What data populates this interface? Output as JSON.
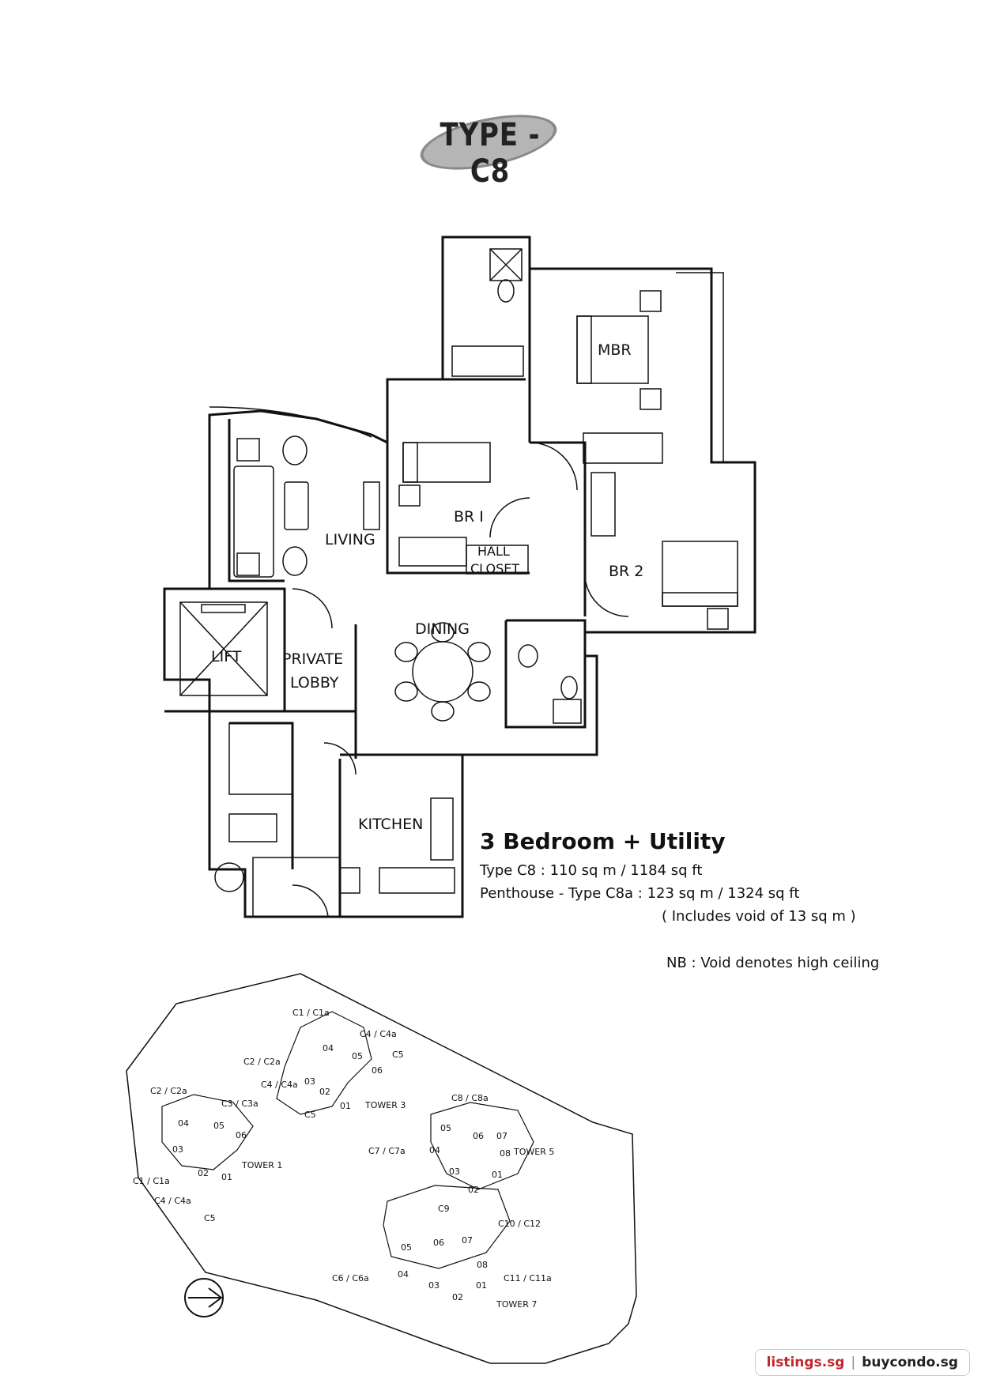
{
  "plan": {
    "type_title": "TYPE - C8",
    "rooms": {
      "mbr": "MBR",
      "br1": "BR I",
      "br2": "BR 2",
      "living": "LIVING",
      "hall_closet_1": "HALL",
      "hall_closet_2": "CLOSET",
      "dining": "DINING",
      "lift": "LIFT",
      "private_lobby_1": "PRIVATE",
      "private_lobby_2": "LOBBY",
      "kitchen": "KITCHEN"
    }
  },
  "info": {
    "heading": "3 Bedroom + Utility",
    "line1": "Type C8 : 110 sq m / 1184 sq ft",
    "line2": "Penthouse - Type C8a : 123 sq m / 1324 sq ft",
    "line3": "( Includes void of 13 sq m )",
    "nb": "NB : Void denotes high ceiling"
  },
  "site_plan": {
    "labels": {
      "t3_c1": "C1 / C1a",
      "t3_c4": "C4 / C4a",
      "t3_c2": "C2 / C2a",
      "t3_c5": "C5",
      "t3_c4b": "C4 / C4a",
      "t3_c5b": "C5",
      "t3_name": "TOWER 3",
      "t1_c2": "C2 / C2a",
      "t1_c3": "C3 / C3a",
      "t1_c1": "C1 / C1a",
      "t1_c4": "C4 / C4a",
      "t1_c5": "C5",
      "t1_name": "TOWER 1",
      "t5_c8": "C8 / C8a",
      "t5_c7": "C7 / C7a",
      "t5_name": "TOWER 5",
      "t5_c9": "C9",
      "t7_c10": "C10 / C12",
      "t7_c6": "C6 / C6a",
      "t7_c11": "C11 / C11a",
      "t7_name": "TOWER 7"
    },
    "units": [
      "01",
      "02",
      "03",
      "04",
      "05",
      "06",
      "07",
      "08"
    ]
  },
  "footer": {
    "site1": "listings.sg",
    "separator": "|",
    "site2": "buycondo.sg"
  }
}
